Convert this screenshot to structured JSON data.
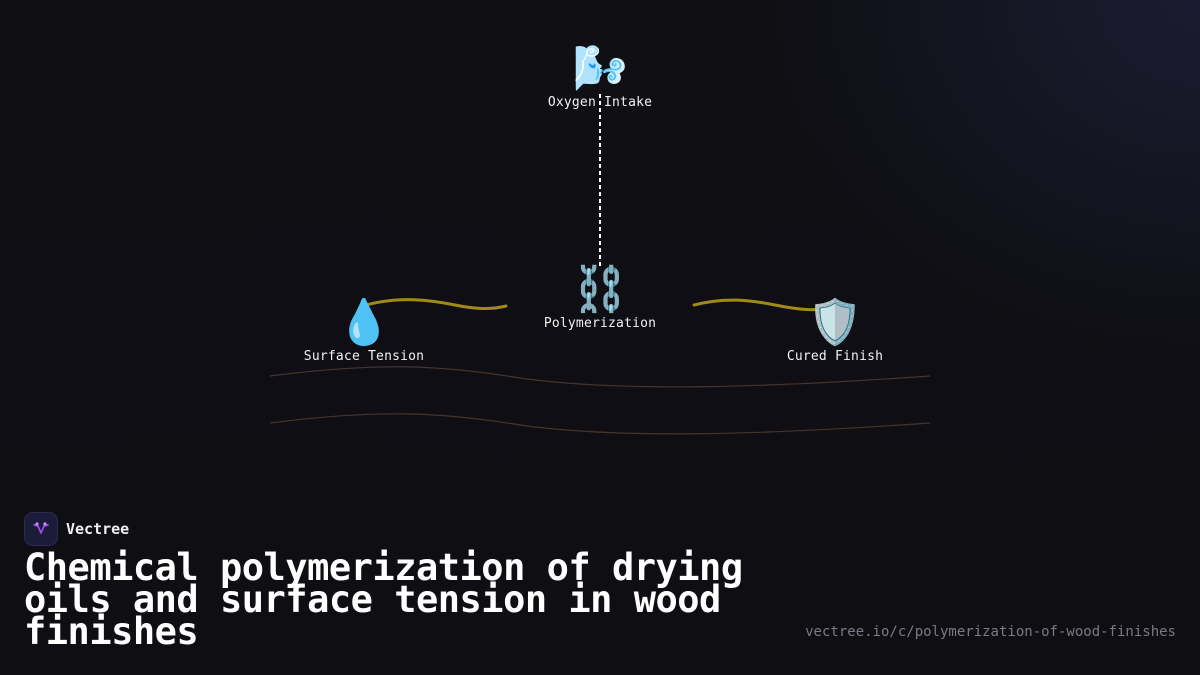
{
  "diagram": {
    "nodes": [
      {
        "id": "oxygen",
        "icon": "🌬️",
        "icon_name": "wind-face-icon",
        "label": "Oxygen Intake"
      },
      {
        "id": "poly",
        "icon": "⛓️",
        "icon_name": "chain-icon",
        "label": "Polymerization"
      },
      {
        "id": "surface",
        "icon": "💧",
        "icon_name": "droplet-icon",
        "label": "Surface Tension"
      },
      {
        "id": "cured",
        "icon": "🛡️",
        "icon_name": "shield-icon",
        "label": "Cured Finish"
      }
    ],
    "connectors": [
      {
        "from": "oxygen",
        "to": "poly",
        "style": "dashed",
        "color": "#ffffff"
      },
      {
        "from": "surface",
        "to": "poly",
        "style": "wave",
        "color": "#a08a1a"
      },
      {
        "from": "poly",
        "to": "cured",
        "style": "wave",
        "color": "#a08a1a"
      }
    ],
    "flow_lines_color": "#4a3328"
  },
  "brand": {
    "name": "Vectree",
    "logo_icon": "vectree-logo-icon",
    "accent": "#a64ff0"
  },
  "title": "Chemical polymerization of drying oils and surface tension in wood finishes",
  "url": "vectree.io/c/polymerization-of-wood-finishes"
}
